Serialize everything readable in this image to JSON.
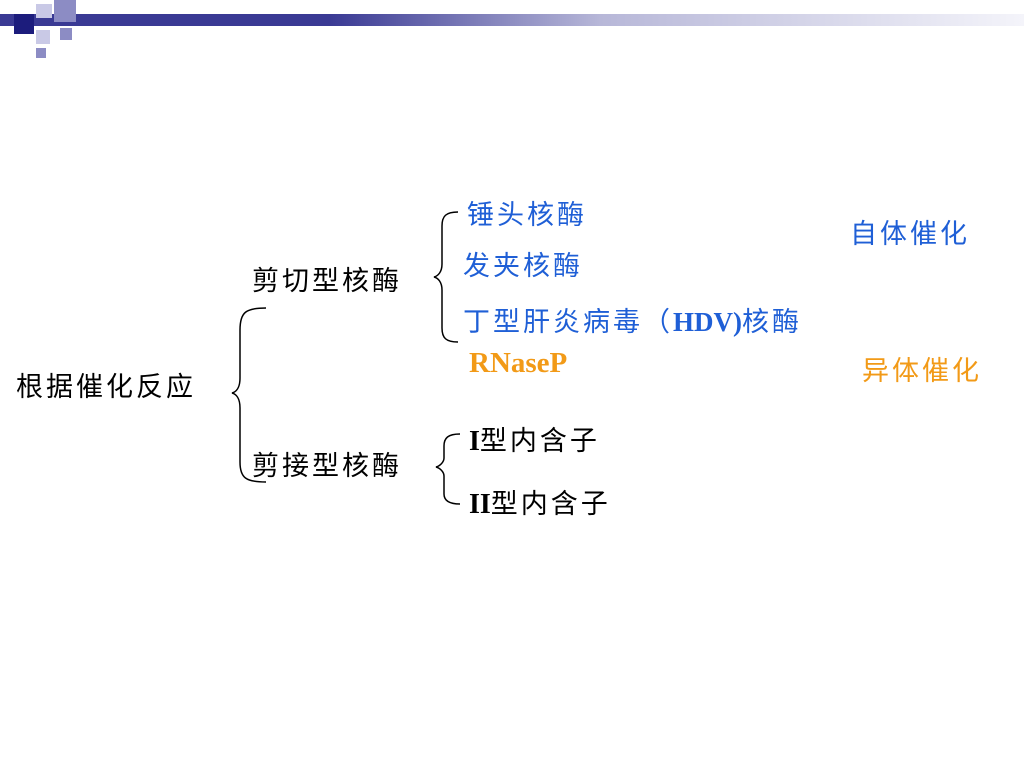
{
  "colors": {
    "blue": "#1f5fd6",
    "orange": "#f29a17",
    "black": "#000000",
    "header_dark": "#3a3a94",
    "header_light": "#b7b7d8"
  },
  "diagram": {
    "root": "根据催化反应",
    "cleavage": {
      "label": "剪切型核酶",
      "items": [
        {
          "text": "锤头核酶"
        },
        {
          "text": "发夹核酶"
        },
        {
          "pre": "丁型肝炎病毒（",
          "latin": "HDV)",
          "post": "核酶"
        }
      ]
    },
    "rnasep": "RNaseP",
    "splicing": {
      "label": "剪接型核酶",
      "items": [
        {
          "latin": "I",
          "post": "型内含子"
        },
        {
          "latin": "II",
          "post": "型内含子"
        }
      ]
    },
    "self_catalysis": "自体催化",
    "hetero_catalysis": "异体催化"
  }
}
